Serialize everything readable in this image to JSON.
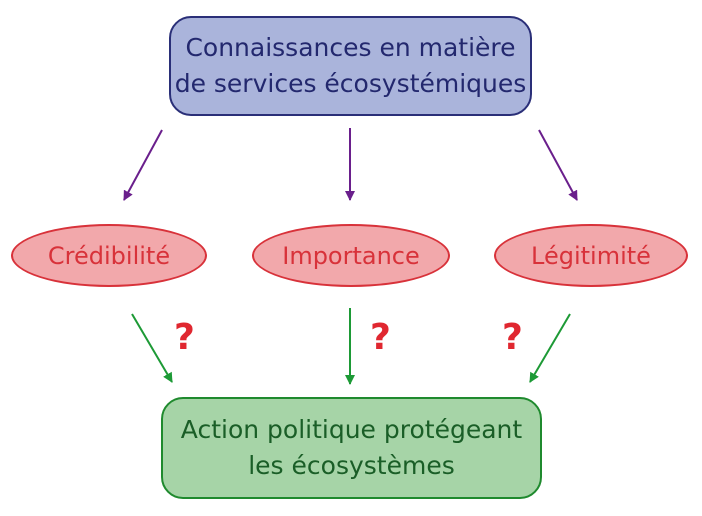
{
  "top_box": {
    "line1": "Connaissances en matière",
    "line2": "de services écosystémiques"
  },
  "ovals": [
    {
      "label": "Crédibilité"
    },
    {
      "label": "Importance"
    },
    {
      "label": "Légitimité"
    }
  ],
  "bottom_box": {
    "line1": "Action politique protégeant",
    "line2": "les écosystèmes"
  },
  "question_mark": "?",
  "colors": {
    "top_fill": "#aab4db",
    "top_text": "#23286e",
    "oval_fill": "#f2a8ab",
    "oval_text": "#d8323a",
    "bottom_fill": "#a6d4a7",
    "bottom_text": "#1a5e27",
    "purple_arrow": "#6a1f8c",
    "green_arrow": "#1d9a36",
    "question_mark": "#e02730"
  }
}
